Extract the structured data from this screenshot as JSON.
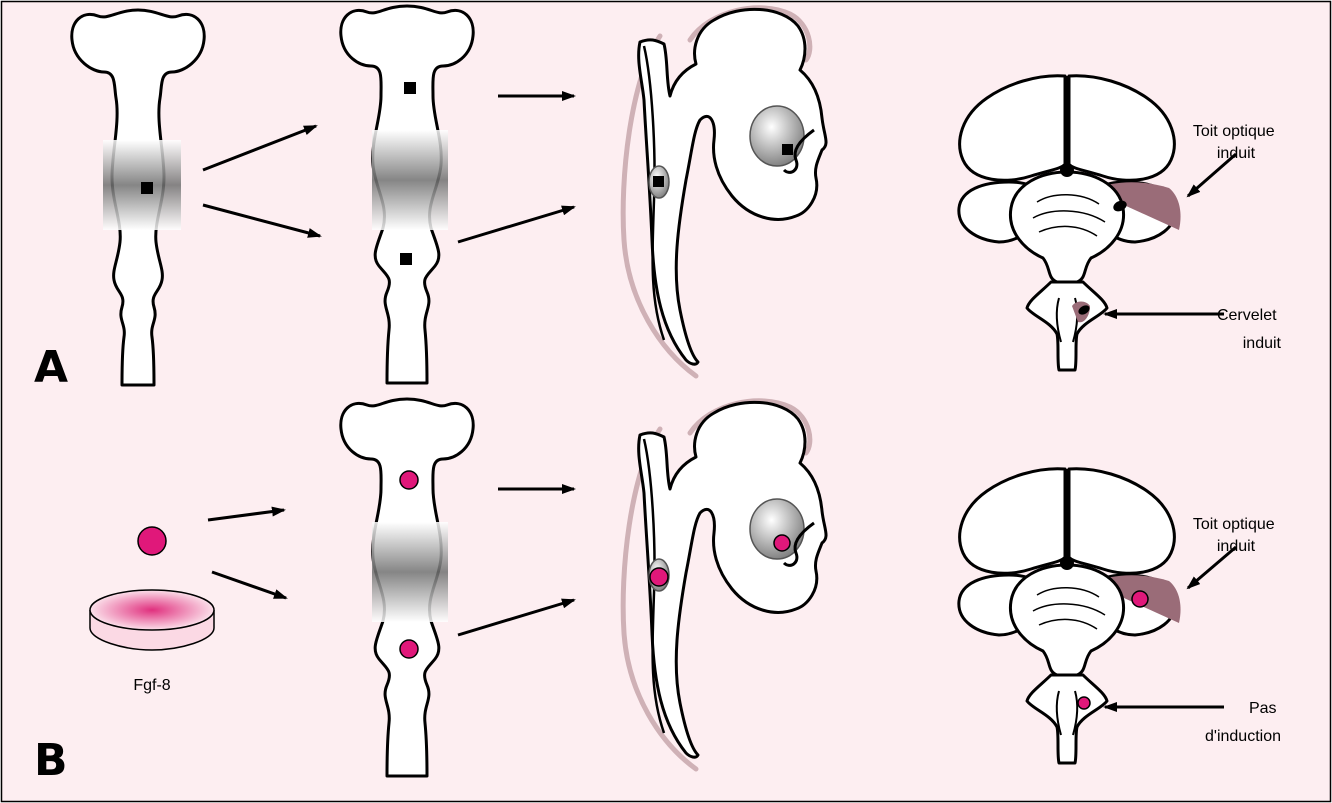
{
  "colors": {
    "background": "#fdeef1",
    "bead": "#e0187a",
    "induced_region": "#9a6c78",
    "tube_outline": "#000000",
    "membrane": "#cfb1b6"
  },
  "panels": [
    {
      "letter": "A",
      "graft_marker": "black-square",
      "labels": {
        "top": "Toit optique\ninduit",
        "bottom": "Cervelet\ninduit"
      }
    },
    {
      "letter": "B",
      "graft_marker": "pink-bead",
      "source_label": "Fgf-8",
      "labels": {
        "top": "Toit optique\ninduit",
        "bottom": "Pas\nd'induction"
      }
    }
  ]
}
